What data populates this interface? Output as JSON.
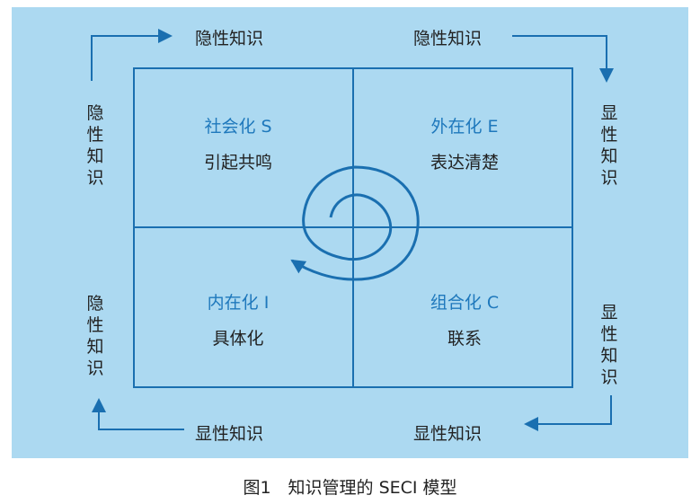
{
  "quadrants": [
    {
      "title": "社会化 S",
      "desc": "引起共鸣"
    },
    {
      "title": "外在化 E",
      "desc": "表达清楚"
    },
    {
      "title": "内在化 I",
      "desc": "具体化"
    },
    {
      "title": "组合化 C",
      "desc": "联系"
    }
  ],
  "edges": {
    "top_left": "隐性知识",
    "top_right": "隐性知识",
    "left_top": "隐性知识",
    "left_bottom": "隐性知识",
    "right_top": "显性知识",
    "right_bottom": "显性知识",
    "bottom_left": "显性知识",
    "bottom_right": "显性知识"
  },
  "caption": "图1　知识管理的 SECI 模型",
  "colors": {
    "background": "#acd9f1",
    "line": "#1a6fb0",
    "accent_text": "#1e78bc"
  }
}
